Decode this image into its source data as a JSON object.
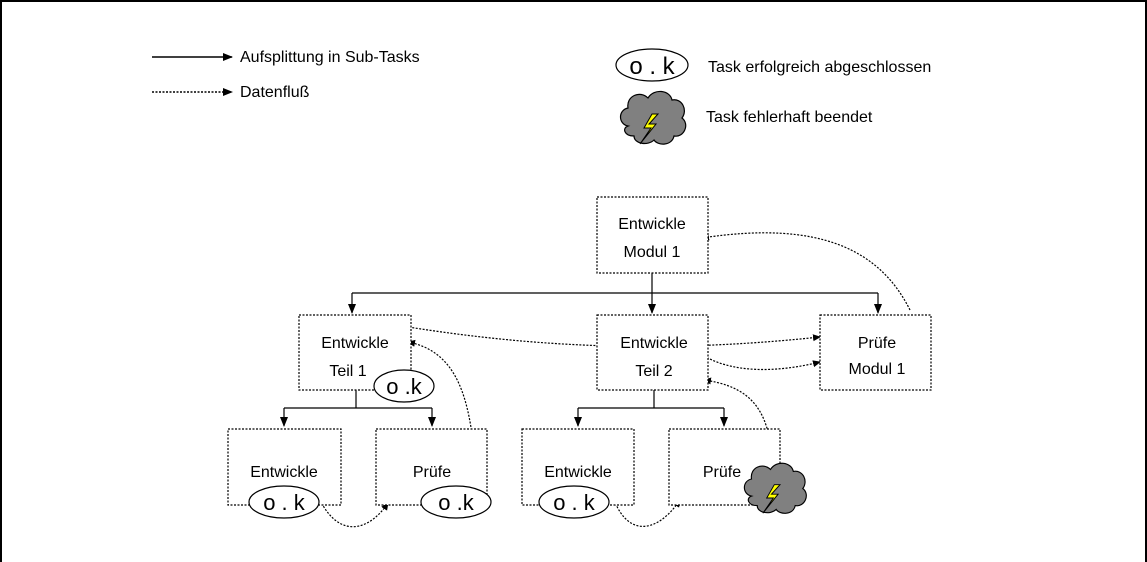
{
  "legend": {
    "split_label": "Aufsplittung in Sub-Tasks",
    "dataflow_label": "Datenfluß",
    "ok_symbol": "o . k",
    "ok_label": "Task erfolgreich abgeschlossen",
    "fail_label": "Task fehlerhaft beendet"
  },
  "tasks": {
    "module": {
      "line1": "Entwickle",
      "line2": "Modul 1"
    },
    "part1": {
      "line1": "Entwickle",
      "line2": "Teil 1",
      "status": "o .k"
    },
    "part2": {
      "line1": "Entwickle",
      "line2": "Teil 2"
    },
    "check_module": {
      "line1": "Prüfe",
      "line2": "Modul 1"
    },
    "dev_a": {
      "label": "Entwickle",
      "status": "o . k"
    },
    "check_a": {
      "label": "Prüfe",
      "status": "o .k"
    },
    "dev_b": {
      "label": "Entwickle",
      "status": "o . k"
    },
    "check_b": {
      "label": "Prüfe"
    }
  },
  "colors": {
    "line": "#000000",
    "cloud": "#808080",
    "bolt": "#ffff00"
  },
  "icons": {
    "ok_marker": "ok-ellipse-icon",
    "fail_marker": "storm-cloud-icon"
  }
}
